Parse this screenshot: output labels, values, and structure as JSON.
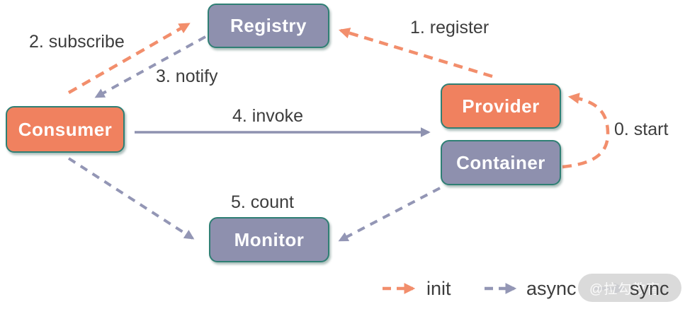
{
  "nodes": {
    "registry": {
      "label": "Registry"
    },
    "provider": {
      "label": "Provider"
    },
    "container": {
      "label": "Container"
    },
    "consumer": {
      "label": "Consumer"
    },
    "monitor": {
      "label": "Monitor"
    }
  },
  "edges": {
    "start": {
      "label": "0. start",
      "style": "init"
    },
    "register": {
      "label": "1. register",
      "style": "init"
    },
    "subscribe": {
      "label": "2. subscribe",
      "style": "init"
    },
    "notify": {
      "label": "3. notify",
      "style": "async"
    },
    "invoke": {
      "label": "4. invoke",
      "style": "sync"
    },
    "count": {
      "label": "5. count",
      "style": "async"
    }
  },
  "legend": {
    "init": {
      "label": "init"
    },
    "async": {
      "label": "async"
    },
    "sync": {
      "label": "sync"
    }
  },
  "watermark": {
    "text": "@拉勾教育"
  },
  "colors": {
    "node_orange": "#F0815F",
    "node_purple": "#8E90AE",
    "node_border": "#2F7F74",
    "node_text": "#FFFFFF",
    "arrow_init": "#F28E6C",
    "arrow_async": "#9396B5",
    "arrow_sync": "#8E92B0",
    "label_text": "#3D3D3D"
  }
}
